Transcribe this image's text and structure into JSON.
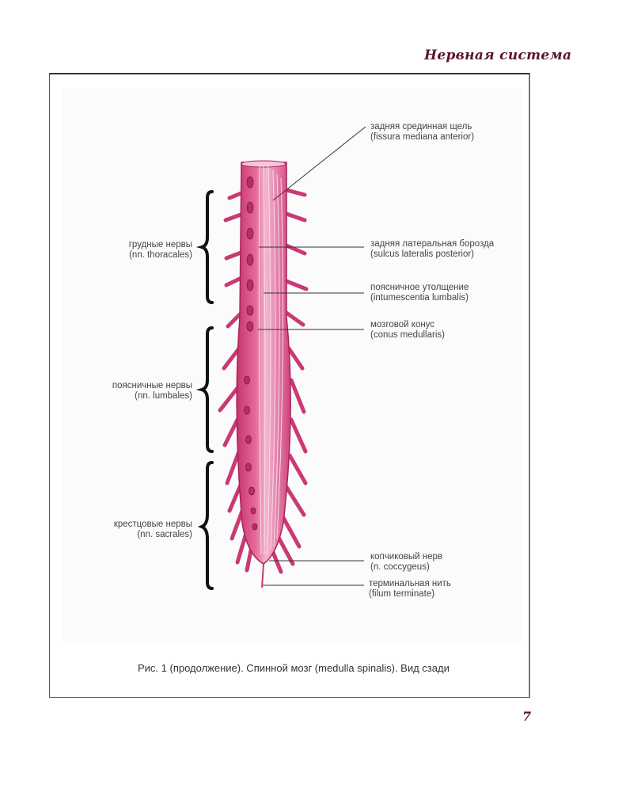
{
  "header": {
    "title": "Нервная система"
  },
  "figure": {
    "caption": "Рис. 1 (продолжение). Спинной мозг (medulla spinalis). Вид сзади",
    "left_labels": [
      {
        "ru": "грудные нервы",
        "lat": "(nn. thoracales)"
      },
      {
        "ru": "поясничные нервы",
        "lat": "(nn. lumbales)"
      },
      {
        "ru": "крестцовые нервы",
        "lat": "(nn. sacrales)"
      }
    ],
    "right_labels": [
      {
        "ru": "задняя срединная щель",
        "lat": "(fissura mediana anterior)"
      },
      {
        "ru": "задняя латеральная борозда",
        "lat": "(sulcus lateralis posterior)"
      },
      {
        "ru": "поясничное утолщение",
        "lat": "(intumescentia lumbalis)"
      },
      {
        "ru": "мозговой конус",
        "lat": "(conus medullaris)"
      },
      {
        "ru": "копчиковый нерв",
        "lat": "(n. coccygeus)"
      },
      {
        "ru": "терминальная нить",
        "lat": "(filum terminate)"
      }
    ],
    "colors": {
      "tissue": "#d9447f",
      "tissue_light": "#f0a6c4",
      "tissue_dark": "#a8235a",
      "brace": "#111111",
      "leader": "#333333"
    }
  },
  "footer": {
    "page_number": "7"
  }
}
